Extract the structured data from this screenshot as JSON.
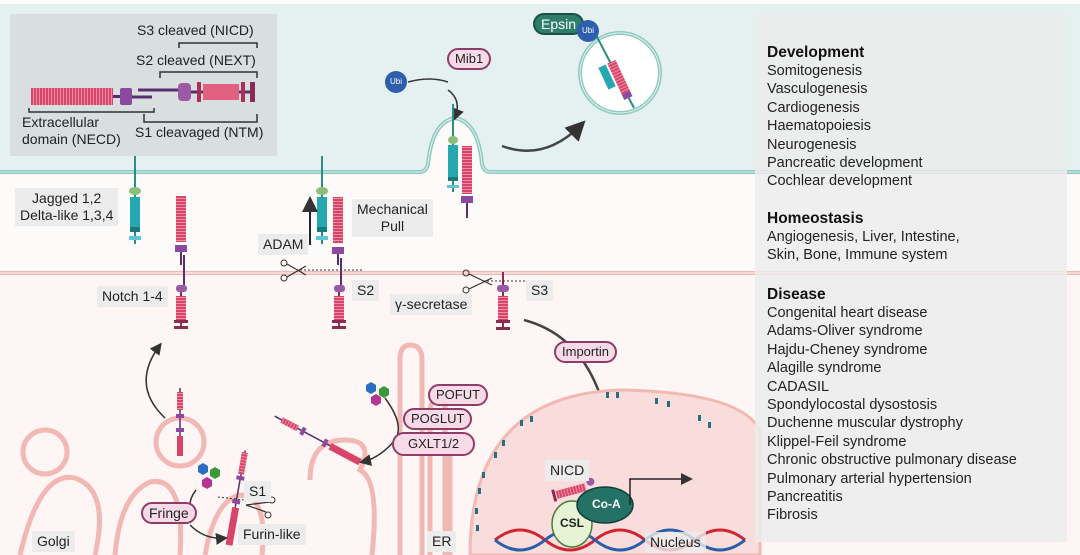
{
  "legend": {
    "s3": "S3 cleaved (NICD)",
    "s2": "S2 cleaved (NEXT)",
    "necd_1": "Extracellular",
    "necd_2": "domain (NECD)",
    "s1": "S1 cleavaged (NTM)"
  },
  "labels": {
    "ligand_1": "Jagged 1,2",
    "ligand_2": "Delta-like 1,3,4",
    "notch": "Notch 1-4",
    "adam": "ADAM",
    "mech_1": "Mechanical",
    "mech_2": "Pull",
    "s2": "S2",
    "s3": "S3",
    "gamma": "γ-secretase",
    "s1": "S1",
    "furin": "Furin-like",
    "golgi": "Golgi",
    "er": "ER",
    "nicd": "NICD",
    "nucleus": "Nucleus"
  },
  "proteins": {
    "mib1": "Mib1",
    "epsin": "Epsin",
    "ubi": "Ubi",
    "importin": "Importin",
    "pofut": "POFUT",
    "poglut": "POGLUT",
    "gxlt": "GXLT1/2",
    "fringe": "Fringe",
    "csl": "CSL",
    "coa": "Co-A"
  },
  "panel": {
    "development": {
      "title": "Development",
      "items": [
        "Somitogenesis",
        "Vasculogenesis",
        "Cardiogenesis",
        "Haematopoiesis",
        "Neurogenesis",
        "Pancreatic development",
        "Cochlear development"
      ]
    },
    "homeostasis": {
      "title": "Homeostasis",
      "items": [
        "Angiogenesis, Liver, Intestine,",
        "Skin, Bone, Immune system"
      ]
    },
    "disease": {
      "title": "Disease",
      "items": [
        "Congenital heart disease",
        "Adams-Oliver syndrome",
        "Hajdu-Cheney syndrome",
        "Alagille syndrome",
        "CADASIL",
        "Spondylocostal dysostosis",
        "Duchenne muscular dystrophy",
        "Klippel-Feil syndrome",
        "Chronic obstructive pulmonary disease",
        "Pulmonary arterial hypertension",
        "Pancreatitis",
        "Fibrosis"
      ]
    }
  },
  "colors": {
    "signal_cell": "#e4f1f0",
    "membrane_teal": "#8ec9bf",
    "receiving_cell": "#fdf6f4",
    "membrane_pink": "#f2b9b4",
    "notch_red": "#d9456a",
    "purple": "#8b4aa0",
    "ligand_teal": "#27a7b0",
    "nucleus_fill": "#f9dcdc"
  }
}
